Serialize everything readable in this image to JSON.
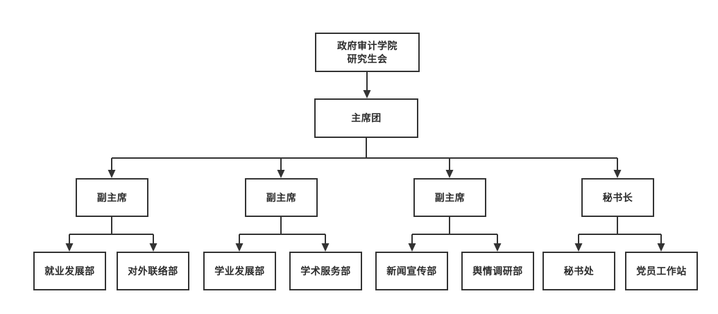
{
  "diagram": {
    "type": "org-chart",
    "colors": {
      "background": "#ffffff",
      "line": "#333333",
      "box_border": "#333333",
      "text": "#2b2b2b"
    },
    "nodes": [
      {
        "id": "root",
        "label": "政府审计学院\n研究生会",
        "level": 1,
        "parent": null
      },
      {
        "id": "presidium",
        "label": "主席团",
        "level": 2,
        "parent": "root"
      },
      {
        "id": "vice1",
        "label": "副主席",
        "level": 3,
        "parent": "presidium"
      },
      {
        "id": "vice2",
        "label": "副主席",
        "level": 3,
        "parent": "presidium"
      },
      {
        "id": "vice3",
        "label": "副主席",
        "level": 3,
        "parent": "presidium"
      },
      {
        "id": "secgen",
        "label": "秘书长",
        "level": 3,
        "parent": "presidium"
      },
      {
        "id": "dept1",
        "label": "就业发展部",
        "level": 4,
        "parent": "vice1"
      },
      {
        "id": "dept2",
        "label": "对外联络部",
        "level": 4,
        "parent": "vice1"
      },
      {
        "id": "dept3",
        "label": "学业发展部",
        "level": 4,
        "parent": "vice2"
      },
      {
        "id": "dept4",
        "label": "学术服务部",
        "level": 4,
        "parent": "vice2"
      },
      {
        "id": "dept5",
        "label": "新闻宣传部",
        "level": 4,
        "parent": "vice3"
      },
      {
        "id": "dept6",
        "label": "舆情调研部",
        "level": 4,
        "parent": "vice3"
      },
      {
        "id": "dept7",
        "label": "秘书处",
        "level": 4,
        "parent": "secgen"
      },
      {
        "id": "dept8",
        "label": "党员工作站",
        "level": 4,
        "parent": "secgen"
      }
    ]
  }
}
